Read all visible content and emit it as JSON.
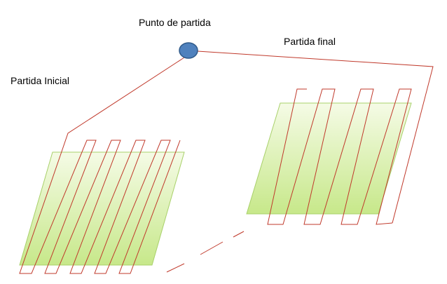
{
  "labels": {
    "start_point": "Punto de partida",
    "final_pass": "Partida final",
    "initial_pass": "Partida Inicial"
  },
  "colors": {
    "field_fill_top": "#f5fbe6",
    "field_fill_bottom": "#c7e88a",
    "field_stroke": "#a8d06a",
    "route_line": "#c0392b",
    "start_node_fill": "#4f81bd",
    "start_node_stroke": "#2f5a8a"
  }
}
